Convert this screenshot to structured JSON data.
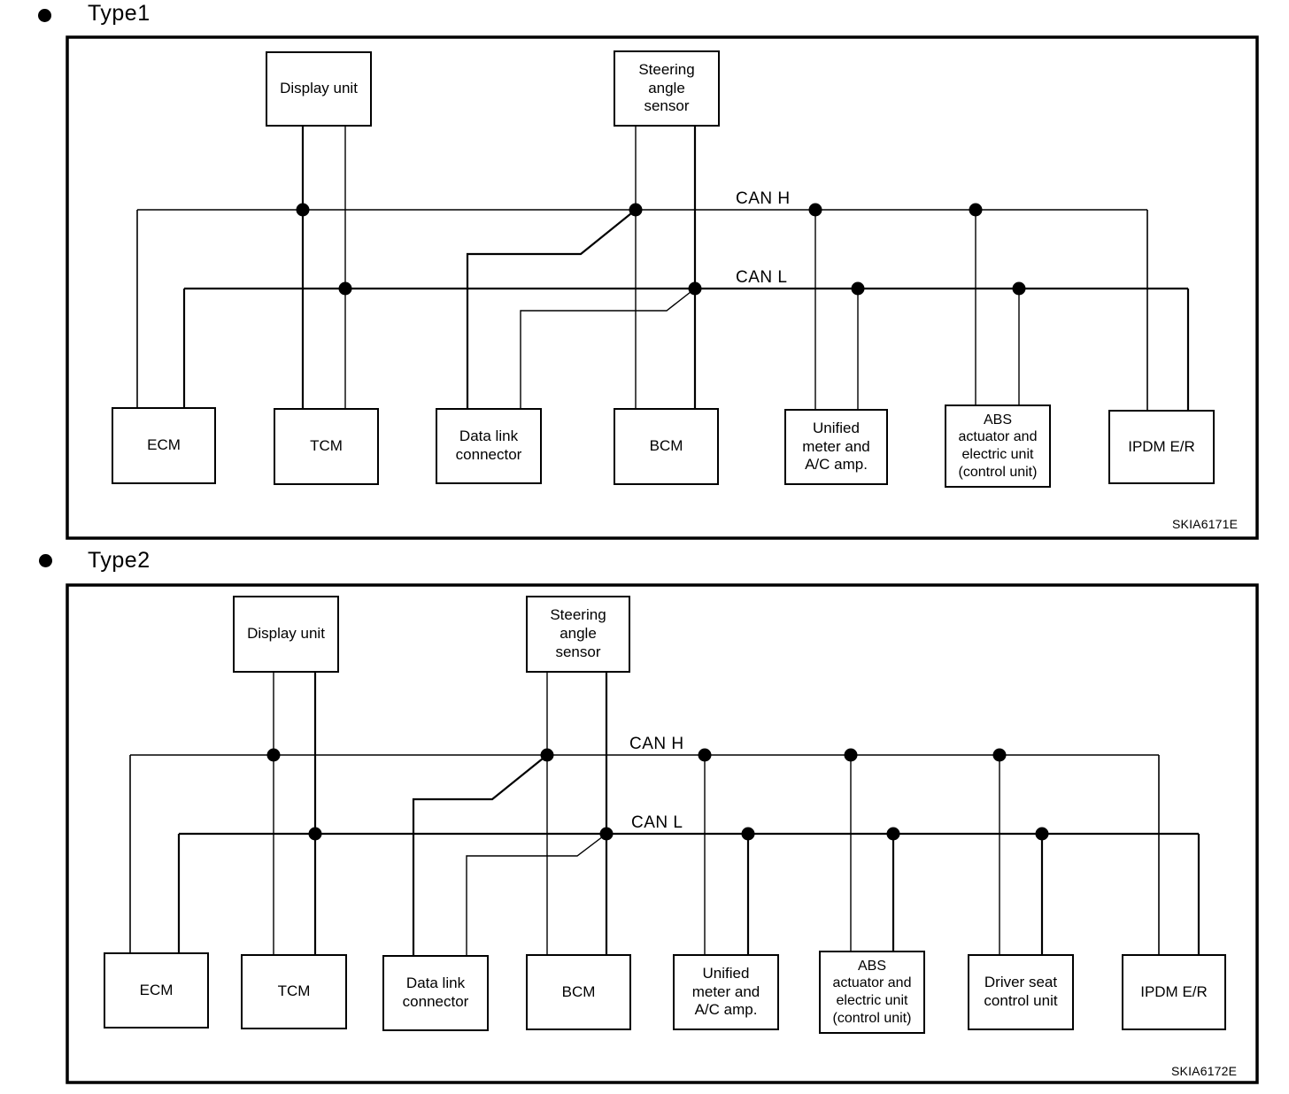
{
  "page": {
    "background": "#ffffff",
    "line_color": "#000000"
  },
  "diagrams": [
    {
      "id": "type1",
      "title": "Type1",
      "figure_code": "SKIA6171E",
      "bus_labels": {
        "can_h": "CAN H",
        "can_l": "CAN L"
      },
      "nodes": {
        "display_unit": "Display unit",
        "steering_angle_sensor": "Steering\nangle\nsensor",
        "ecm": "ECM",
        "tcm": "TCM",
        "data_link_connector": "Data link\nconnector",
        "bcm": "BCM",
        "unified_meter": "Unified\nmeter and\nA/C amp.",
        "abs_actuator": "ABS\nactuator and\nelectric unit\n(control unit)",
        "ipdm": "IPDM E/R"
      },
      "topology": {
        "buses": [
          "CAN H",
          "CAN L"
        ],
        "connected_units": [
          "Display unit",
          "Steering angle sensor",
          "ECM",
          "TCM",
          "Data link connector",
          "BCM",
          "Unified meter and A/C amp.",
          "ABS actuator and electric unit (control unit)",
          "IPDM E/R"
        ]
      }
    },
    {
      "id": "type2",
      "title": "Type2",
      "figure_code": "SKIA6172E",
      "bus_labels": {
        "can_h": "CAN H",
        "can_l": "CAN L"
      },
      "nodes": {
        "display_unit": "Display unit",
        "steering_angle_sensor": "Steering\nangle\nsensor",
        "ecm": "ECM",
        "tcm": "TCM",
        "data_link_connector": "Data link\nconnector",
        "bcm": "BCM",
        "unified_meter": "Unified\nmeter and\nA/C amp.",
        "abs_actuator": "ABS\nactuator and\nelectric unit\n(control unit)",
        "driver_seat": "Driver seat\ncontrol unit",
        "ipdm": "IPDM E/R"
      },
      "topology": {
        "buses": [
          "CAN H",
          "CAN L"
        ],
        "connected_units": [
          "Display unit",
          "Steering angle sensor",
          "ECM",
          "TCM",
          "Data link connector",
          "BCM",
          "Unified meter and A/C amp.",
          "ABS actuator and electric unit (control unit)",
          "Driver seat control unit",
          "IPDM E/R"
        ]
      }
    }
  ]
}
